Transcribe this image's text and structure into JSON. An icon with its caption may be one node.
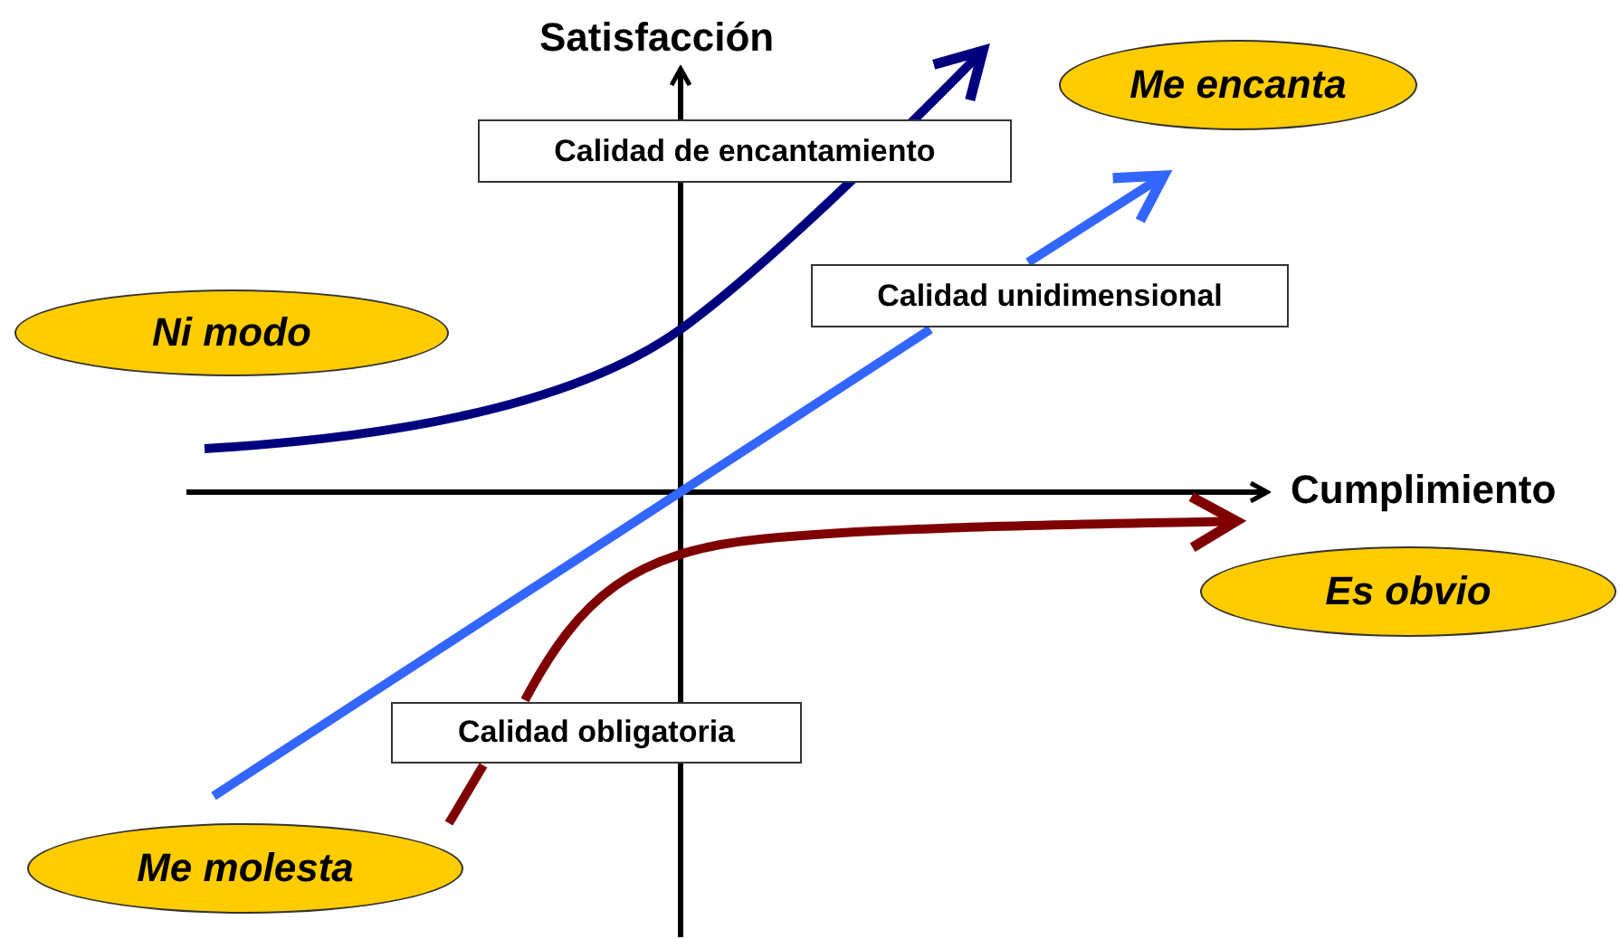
{
  "diagram": {
    "nodes": [
      {
        "text": [
          "Me encanta"
        ]
      },
      {
        "text": [
          "Calidad de encantamiento"
        ]
      },
      {
        "text": [
          "Calidad unidimensional"
        ]
      },
      {
        "text": [
          "Ni modo"
        ]
      },
      {
        "text": [
          "Es obvio"
        ]
      },
      {
        "text": [
          "Calidad obligatoria"
        ]
      },
      {
        "text": [
          "Me molesta"
        ]
      }
    ],
    "edges": [
      {
        "from": 6,
        "to": 2,
        "arrow": "none",
        "color": "#3366ff"
      },
      {
        "from": 2,
        "to": 0,
        "arrow": "to",
        "color": "#3366ff"
      },
      {
        "from": 6,
        "to": 5,
        "arrow": "none",
        "color": "#7f0000"
      },
      {
        "from": 5,
        "to": 4,
        "arrow": "to",
        "color": "#7f0000"
      }
    ],
    "labels": [
      "Satisfacción",
      "Cumplimiento"
    ]
  }
}
